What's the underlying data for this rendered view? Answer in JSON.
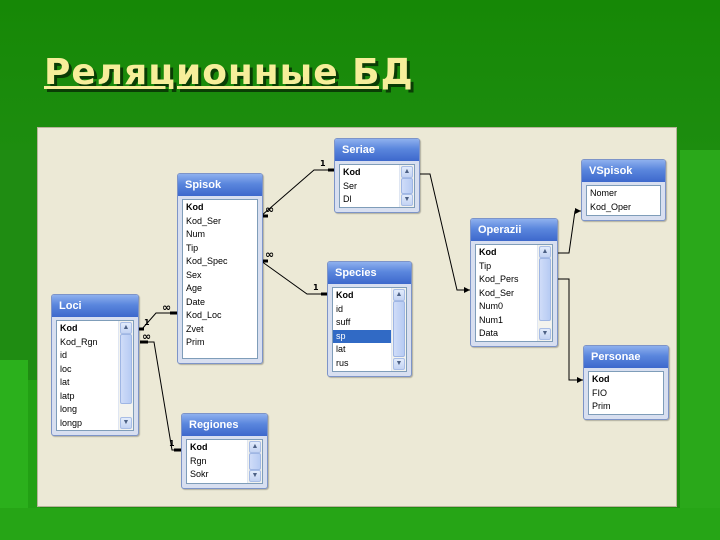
{
  "slide": {
    "title": "Реляционные БД"
  },
  "colors": {
    "link": "#000000",
    "header_top": "#8eb0ee",
    "header_bottom": "#3d68cc",
    "selection": "#316ac5"
  },
  "tables": {
    "loci": {
      "name": "Loci",
      "fields": [
        "Kod",
        "Kod_Rgn",
        "id",
        "loc",
        "lat",
        "latp",
        "long",
        "longp"
      ],
      "key": "Kod"
    },
    "spisok": {
      "name": "Spisok",
      "fields": [
        "Kod",
        "Kod_Ser",
        "Num",
        "Tip",
        "Kod_Spec",
        "Sex",
        "Age",
        "Date",
        "Kod_Loc",
        "Zvet",
        "Prim"
      ],
      "key": "Kod"
    },
    "seriae": {
      "name": "Seriae",
      "fields": [
        "Kod",
        "Ser",
        "Dl"
      ],
      "key": "Kod"
    },
    "species": {
      "name": "Species",
      "fields": [
        "Kod",
        "id",
        "suff",
        "sp",
        "lat",
        "rus"
      ],
      "key": "Kod",
      "selected": "sp"
    },
    "regiones": {
      "name": "Regiones",
      "fields": [
        "Kod",
        "Rgn",
        "Sokr"
      ],
      "key": "Kod"
    },
    "operazii": {
      "name": "Operazii",
      "fields": [
        "Kod",
        "Tip",
        "Kod_Pers",
        "Kod_Ser",
        "Num0",
        "Num1",
        "Data"
      ],
      "key": "Kod"
    },
    "vspisok": {
      "name": "VSpisok",
      "fields": [
        "Nomer",
        "Kod_Oper"
      ],
      "key": ""
    },
    "personae": {
      "name": "Personae",
      "fields": [
        "Kod",
        "FIO",
        "Prim"
      ],
      "key": "Kod"
    }
  },
  "relations": [
    {
      "from": "spisok.Kod_Ser",
      "to": "seriae.Kod",
      "one": "1",
      "many": "∞"
    },
    {
      "from": "spisok.Kod_Spec",
      "to": "species.Kod",
      "one": "1",
      "many": "∞"
    },
    {
      "from": "spisok.Kod_Loc",
      "to": "loci.Kod",
      "one": "1",
      "many": "∞"
    },
    {
      "from": "loci.Kod_Rgn",
      "to": "regiones.Kod",
      "one": "1",
      "many": "∞"
    },
    {
      "from": "seriae.Kod",
      "to": "operazii.Kod_Ser"
    },
    {
      "from": "operazii.Kod",
      "to": "vspisok.Kod_Oper"
    },
    {
      "from": "operazii.Kod_Pers",
      "to": "personae.Kod"
    }
  ]
}
